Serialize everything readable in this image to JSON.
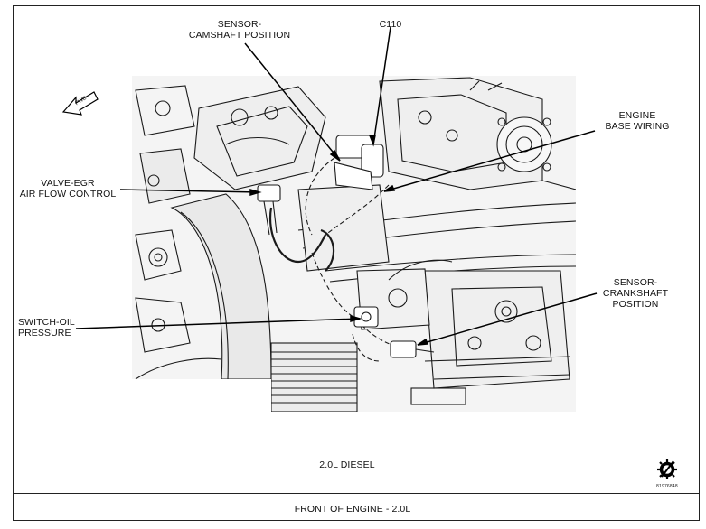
{
  "callouts": {
    "camshaft_sensor": "SENSOR-\nCAMSHAFT POSITION",
    "c110": "C110",
    "engine_base_wiring": "ENGINE\nBASE WIRING",
    "valve_egr": "VALVE-EGR\nAIR FLOW CONTROL",
    "switch_oil_pressure": "SWITCH-OIL\nPRESSURE",
    "crankshaft_sensor": "SENSOR-\nCRANKSHAFT\nPOSITION",
    "fwd_arrow": "FWD"
  },
  "caption": {
    "engine_variant": "2.0L DIESEL",
    "figure_title": "FRONT OF ENGINE - 2.0L",
    "figure_code": "81976848"
  },
  "icons": {
    "logo": "gear-slash-logo-icon"
  }
}
